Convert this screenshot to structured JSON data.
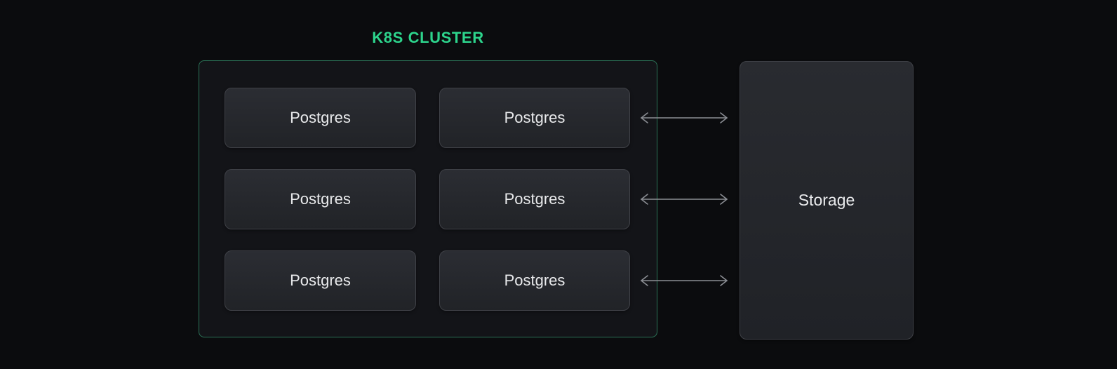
{
  "cluster": {
    "title": "K8S CLUSTER",
    "nodes": [
      {
        "label": "Postgres"
      },
      {
        "label": "Postgres"
      },
      {
        "label": "Postgres"
      },
      {
        "label": "Postgres"
      },
      {
        "label": "Postgres"
      },
      {
        "label": "Postgres"
      }
    ]
  },
  "storage": {
    "label": "Storage"
  },
  "connections": [
    {
      "from": "postgres-row-1",
      "to": "storage",
      "type": "bidirectional"
    },
    {
      "from": "postgres-row-2",
      "to": "storage",
      "type": "bidirectional"
    },
    {
      "from": "postgres-row-3",
      "to": "storage",
      "type": "bidirectional"
    }
  ],
  "colors": {
    "page_background": "#0b0c0e",
    "cluster_border": "#2b7357",
    "cluster_fill": "#131418",
    "cluster_title": "#2dd48c",
    "node_border": "#3f4147",
    "node_fill_top": "#2b2d33",
    "node_fill_bottom": "#212327",
    "node_text": "#e9eaec",
    "arrow": "#8b8e94"
  }
}
